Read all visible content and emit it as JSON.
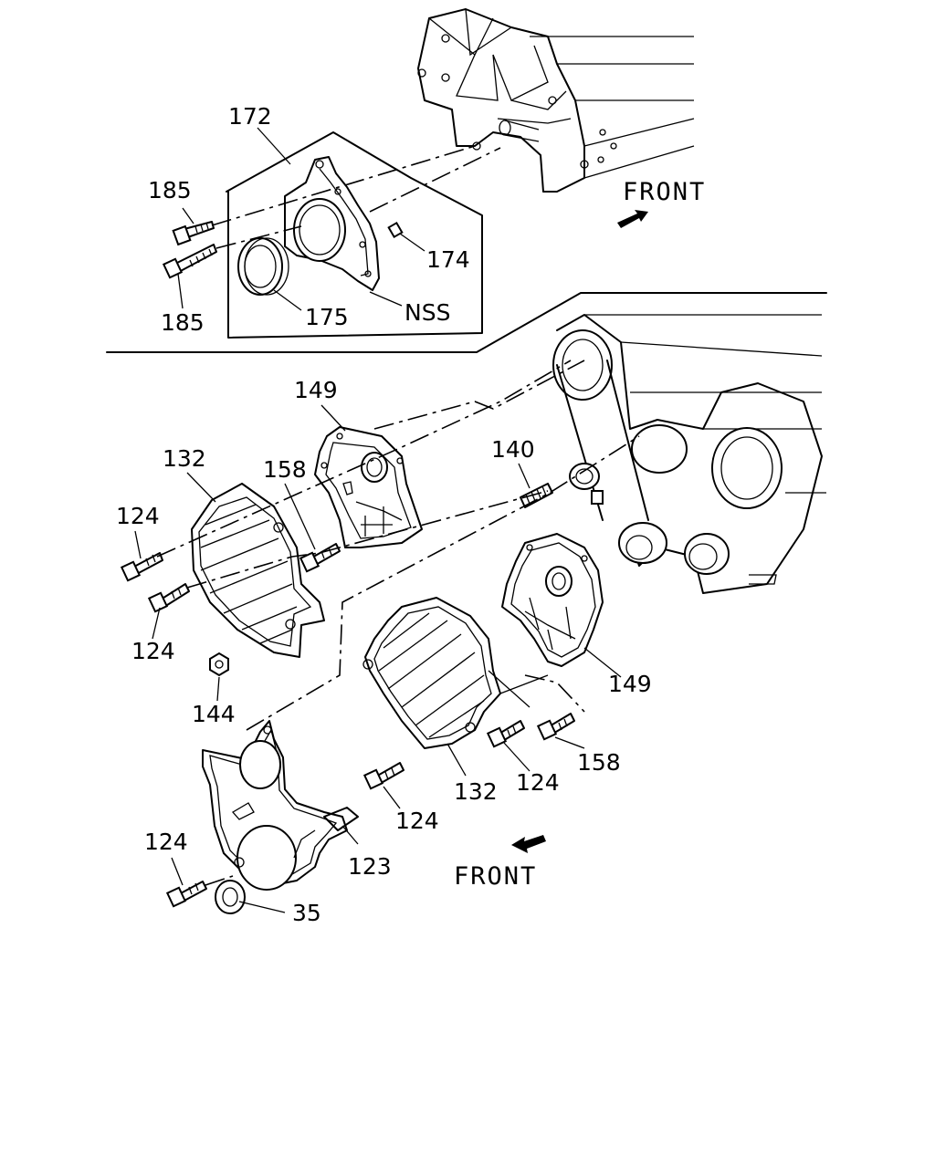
{
  "labels": {
    "l172": "172",
    "l185a": "185",
    "l185b": "185",
    "l174": "174",
    "l175": "175",
    "lnss": "NSS",
    "l149a": "149",
    "l132a": "132",
    "l158a": "158",
    "l140": "140",
    "l124a": "124",
    "l124b": "124",
    "l144": "144",
    "l149b": "149",
    "l132b": "132",
    "l124c": "124",
    "l158b": "158",
    "l124d": "124",
    "l124e": "124",
    "l123": "123",
    "l35": "35"
  },
  "front_labels": {
    "top": "FRONT",
    "bottom": "FRONT"
  }
}
